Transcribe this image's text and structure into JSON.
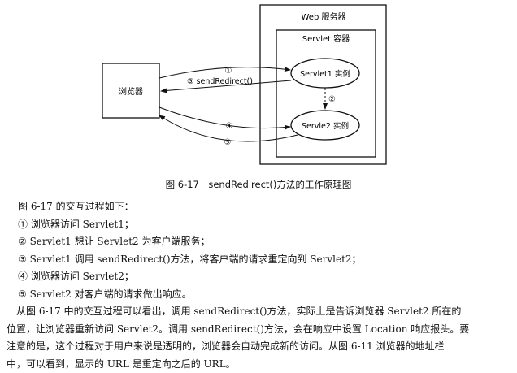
{
  "figure": {
    "server_label": "Web 服务器",
    "container_label": "Servlet 容器",
    "browser_label": "浏览器",
    "servlet1_label": "Servlet1 实例",
    "servlet2_label": "Servle2 实例",
    "step1_label": "①",
    "step3_label": "③ sendRedirect()",
    "step2_label": "②",
    "step4_label": "④",
    "step5_label": "⑤",
    "caption": "图 6-17　sendRedirect()方法的工作原理图"
  },
  "body": {
    "intro": "图 6-17 的交互过程如下：",
    "steps": [
      "① 浏览器访问 Servlet1；",
      "② Servlet1 想让 Servlet2 为客户端服务；",
      "③ Servlet1 调用 sendRedirect()方法，将客户端的请求重定向到 Servlet2；",
      "④ 浏览器访问 Servlet2；",
      "⑤ Servlet2 对客户端的请求做出响应。"
    ],
    "paragraph_lines": [
      "从图 6-17 中的交互过程可以看出，调用 sendRedirect()方法，实际上是告诉浏览器 Servlet2 所在的",
      "位置，让浏览器重新访问 Servlet2。调用 sendRedirect()方法，会在响应中设置 Location 响应报头。要",
      "注意的是，这个过程对于用户来说是透明的，浏览器会自动完成新的访问。从图 6-11 浏览器的地址栏",
      "中，可以看到，显示的 URL 是重定向之后的 URL。"
    ]
  }
}
